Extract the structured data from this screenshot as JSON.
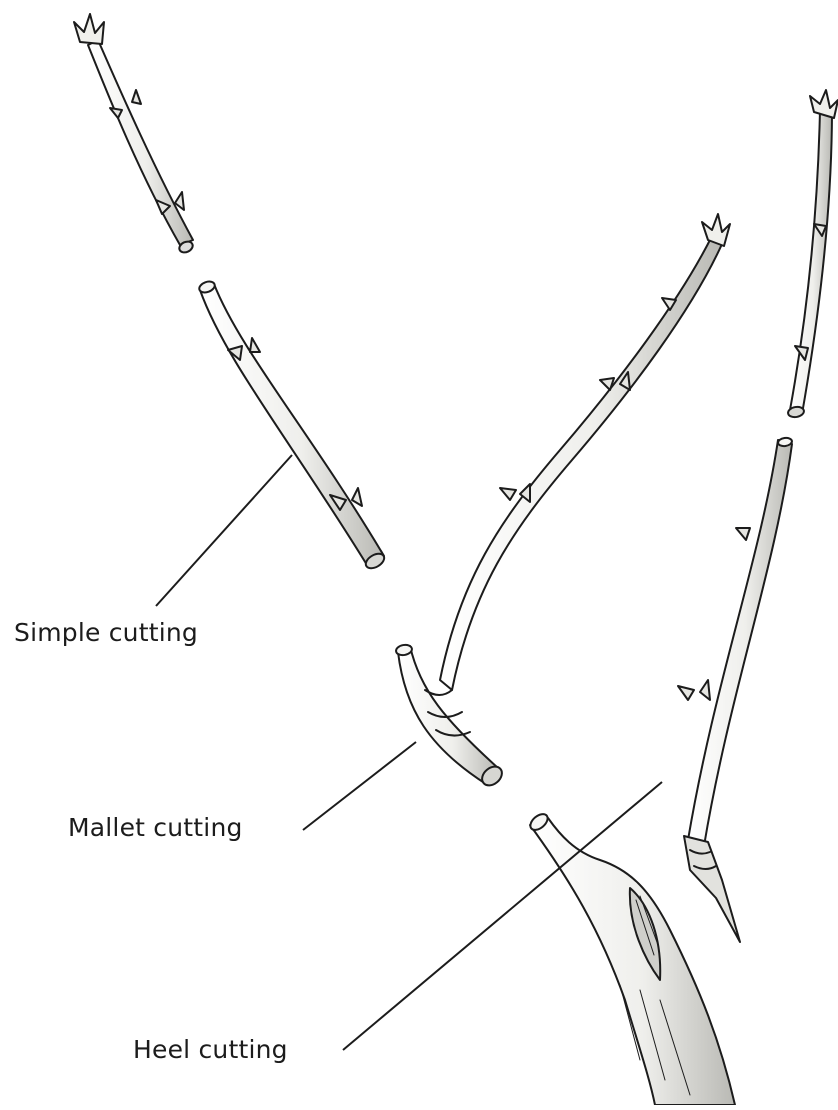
{
  "labels": {
    "simple": "Simple cutting",
    "mallet": "Mallet cutting",
    "heel": "Heel cutting"
  },
  "colors": {
    "ink": "#1c1c1c",
    "stem_fill": "#f4f4f2",
    "shade": "#c8c8c4"
  }
}
